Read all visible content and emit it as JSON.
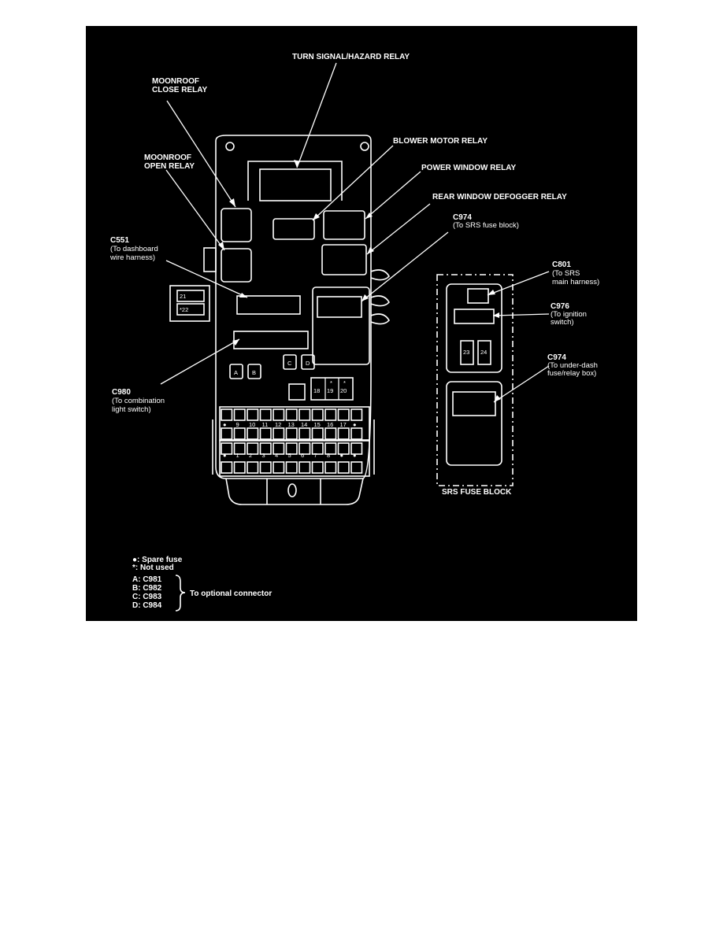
{
  "labels": {
    "turn_signal": "TURN SIGNAL/HAZARD RELAY",
    "moonroof_close_1": "MOONROOF",
    "moonroof_close_2": "CLOSE RELAY",
    "moonroof_open_1": "MOONROOF",
    "moonroof_open_2": "OPEN RELAY",
    "blower_motor": "BLOWER MOTOR RELAY",
    "power_window": "POWER WINDOW RELAY",
    "rear_defogger": "REAR WINDOW DEFOGGER RELAY",
    "c974_top_code": "C974",
    "c974_top_desc": "(To SRS fuse block)",
    "c551_code": "C551",
    "c551_desc_1": "(To dashboard",
    "c551_desc_2": "wire harness)",
    "c801_code": "C801",
    "c801_desc_1": "(To SRS",
    "c801_desc_2": "main harness)",
    "c976_code": "C976",
    "c976_desc_1": "(To ignition",
    "c976_desc_2": "switch)",
    "c974_right_code": "C974",
    "c974_right_desc_1": "(To under-dash",
    "c974_right_desc_2": "fuse/relay box)",
    "c980_code": "C980",
    "c980_desc_1": "(To combination",
    "c980_desc_2": "light switch)",
    "srs_fuse_block": "SRS FUSE BLOCK"
  },
  "legend": {
    "spare_fuse": "●: Spare fuse",
    "not_used": "*: Not used",
    "connectors": [
      "A: C981",
      "B: C982",
      "C: C983",
      "D: C984"
    ],
    "optional_connector": "To optional connector"
  },
  "fuse_numbers": {
    "top_row": [
      "●",
      "9",
      "10",
      "11",
      "12",
      "13",
      "14",
      "15",
      "16",
      "17",
      "●"
    ],
    "bottom_row": [
      "●",
      "1",
      "2",
      "3",
      "4",
      "5",
      "6",
      "7",
      "8",
      "●",
      "●"
    ],
    "upper_small": [
      "18",
      "19",
      "20"
    ],
    "upper_small_marks": [
      "*",
      "*"
    ],
    "side_fuses": [
      "21",
      "*22"
    ],
    "srs_fuses": [
      "23",
      "24"
    ],
    "connector_letters": [
      "A",
      "B",
      "C",
      "D"
    ]
  }
}
